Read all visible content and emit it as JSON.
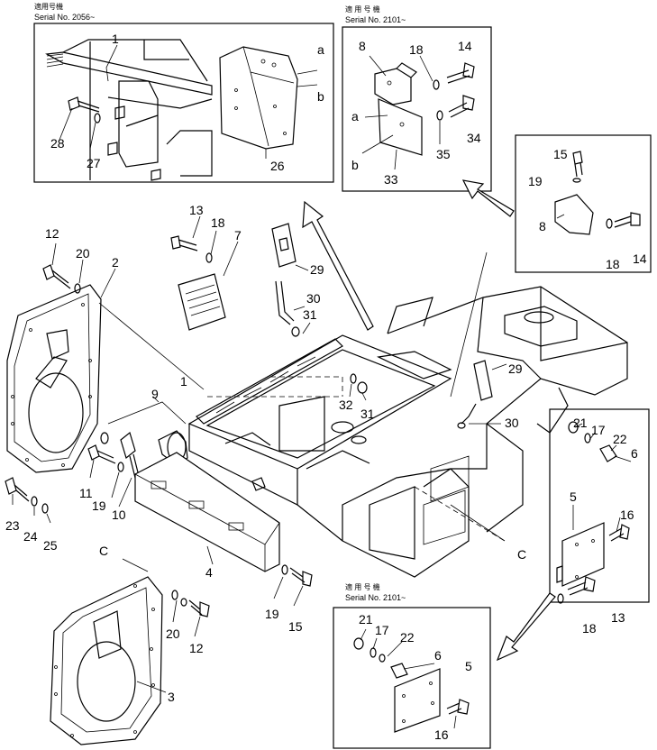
{
  "insets": {
    "top_left": {
      "jp": "適用号機",
      "serial": "Serial  No.  2056~"
    },
    "top_right": {
      "jp": "適 用 号 機",
      "serial": "Serial No. 2101~"
    },
    "bottom": {
      "jp": "適 用 号 機",
      "serial": "Serial No. 2101~"
    }
  },
  "callouts": {
    "tl_1": "1",
    "tl_28": "28",
    "tl_27": "27",
    "tl_26": "26",
    "tl_a": "a",
    "tl_b": "b",
    "tr_8": "8",
    "tr_18": "18",
    "tr_14": "14",
    "tr_a": "a",
    "tr_b": "b",
    "tr_33": "33",
    "tr_35": "35",
    "tr_34": "34",
    "r_15": "15",
    "r_19": "19",
    "r_8": "8",
    "r_18": "18",
    "r_14": "14",
    "m_13": "13",
    "m_18": "18",
    "m_7": "7",
    "m_29a": "29",
    "m_30a": "30",
    "m_31a": "31",
    "m_12": "12",
    "m_20": "20",
    "m_2": "2",
    "m_9": "9",
    "m_1": "1",
    "m_32": "32",
    "m_31b": "31",
    "m_29b": "29",
    "m_30b": "30",
    "m_11": "11",
    "m_19a": "19",
    "m_10": "10",
    "m_23": "23",
    "m_24": "24",
    "m_25": "25",
    "m_21": "21",
    "m_17": "17",
    "m_22": "22",
    "m_6": "6",
    "m_5": "5",
    "m_16": "16",
    "m_c1": "C",
    "m_c2": "C",
    "m_4": "4",
    "m_19b": "19",
    "m_15": "15",
    "m_18b": "18",
    "m_13b": "13",
    "b_20": "20",
    "b_12": "12",
    "b_3": "3",
    "bi_21": "21",
    "bi_17": "17",
    "bi_22": "22",
    "bi_6": "6",
    "bi_5": "5",
    "bi_16": "16"
  }
}
